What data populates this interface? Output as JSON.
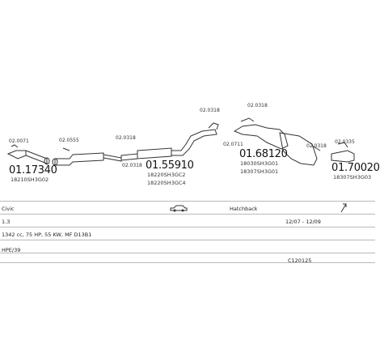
{
  "parts": [
    {
      "id": "p1",
      "code": "01.17340",
      "oem": "18210SH3G02",
      "ref": "02.0071"
    },
    {
      "id": "p2",
      "ref": "02.0555"
    },
    {
      "id": "p3",
      "ref": "02.0318"
    },
    {
      "id": "p4",
      "ref": "02.0318"
    },
    {
      "id": "p5",
      "code": "01.55910",
      "oem1": "18220SH3GC2",
      "oem2": "18220SH3GC4"
    },
    {
      "id": "p6",
      "ref": "02.0318"
    },
    {
      "id": "p7",
      "ref": "02.0711"
    },
    {
      "id": "p8",
      "ref": "02.0318"
    },
    {
      "id": "p9",
      "code": "01.68120",
      "oem1": "18030SH3G01",
      "oem2": "18307SH3G01"
    },
    {
      "id": "p10",
      "ref": "02.0318"
    },
    {
      "id": "p11",
      "ref": "02.0335"
    },
    {
      "id": "p12",
      "code": "01.70020",
      "oem": "18307SH3G03"
    }
  ],
  "vehicle": {
    "model": "Civic",
    "body": "Hatchback",
    "engine": "1.3",
    "years": "12/07 - 12/09",
    "specs": "1342 cc, 75 HP, 55 KW, MF D13B1",
    "note": "HPE/39",
    "catalog": "C120125"
  },
  "icons": {
    "car": "car-hatchback-icon",
    "arrow": "direction-arrow-icon"
  }
}
